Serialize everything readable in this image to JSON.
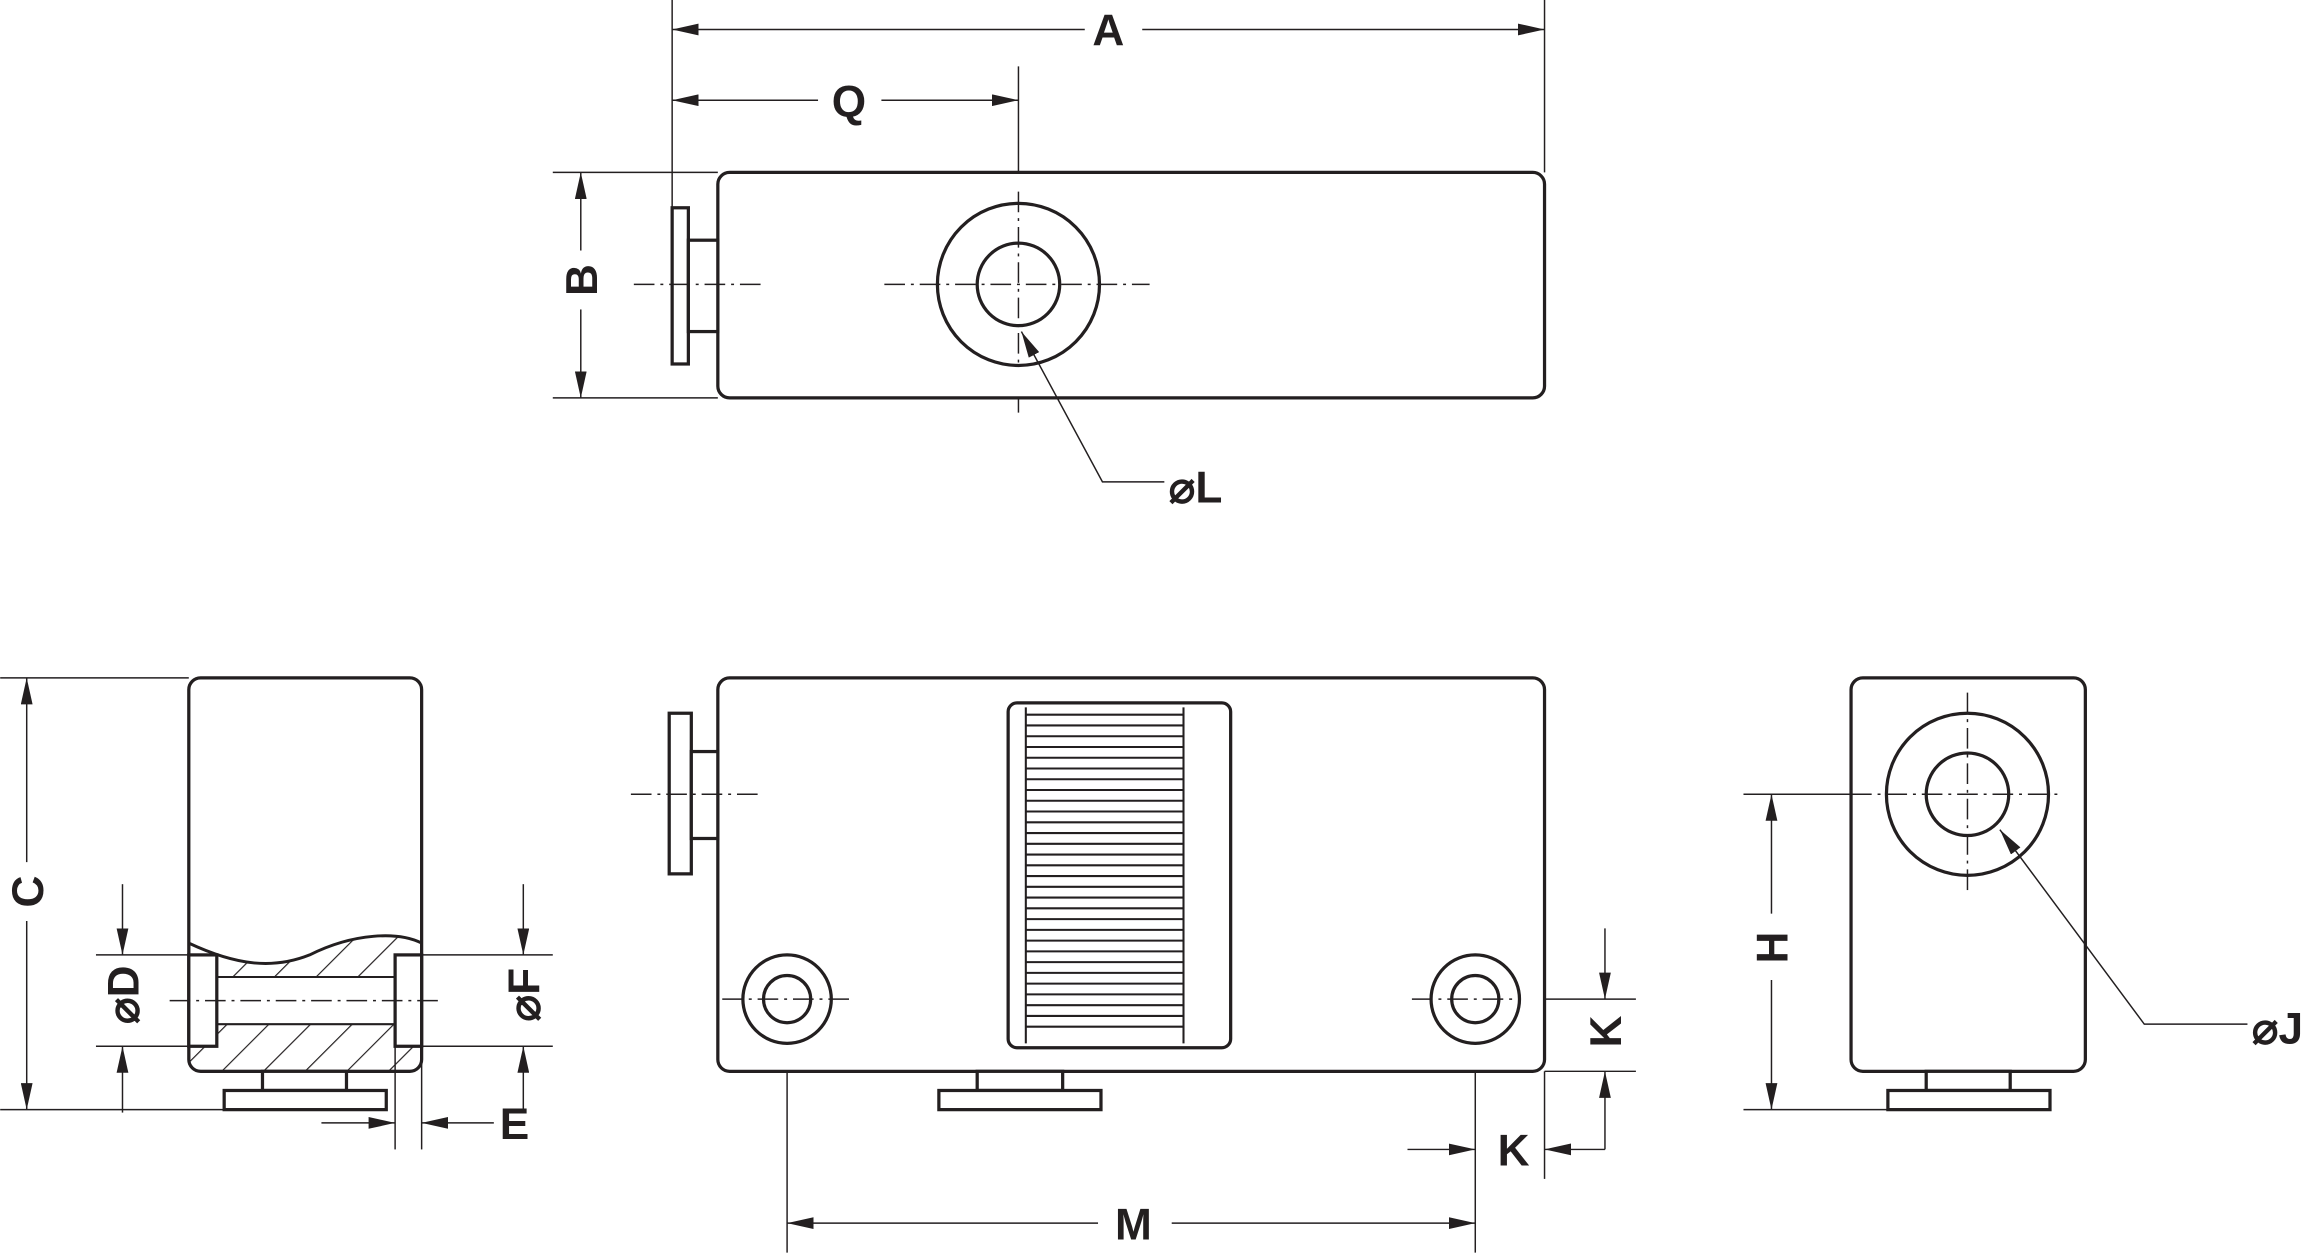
{
  "title": "Dimensional drawing of block unit (top, side, front and end views)",
  "labels": {
    "A": "A",
    "Q": "Q",
    "B": "B",
    "L": "⌀L",
    "C": "C",
    "D": "⌀D",
    "F": "⌀F",
    "E": "E",
    "M": "M",
    "K_vertical": "K",
    "K_horizontal": "K",
    "H": "H",
    "J": "⌀J"
  },
  "colors": {
    "line": "#231f20",
    "background": "#ffffff"
  }
}
